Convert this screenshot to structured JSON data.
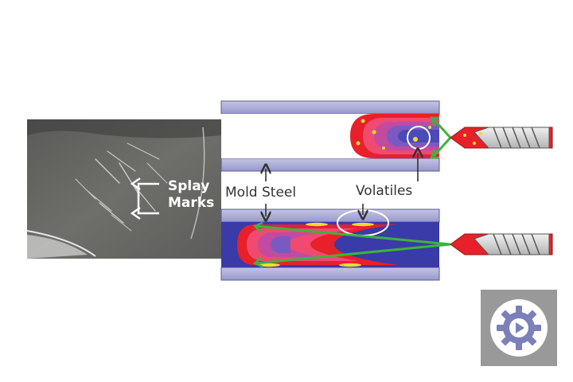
{
  "photo": {
    "label_line1": "Splay",
    "label_line2": "Marks"
  },
  "diagram": {
    "mold_steel_label": "Mold Steel",
    "volatiles_label": "Volatiles"
  },
  "badge": {
    "icon": "gear-play-icon"
  },
  "colors": {
    "mold_steel": "#a8a8d4",
    "melt_red": "#e8202a",
    "melt_blue": "#3a3aa8",
    "volatile_yellow": "#f2dc2a",
    "flow_arrow_green": "#3cb43c",
    "badge_bg": "#999999"
  }
}
